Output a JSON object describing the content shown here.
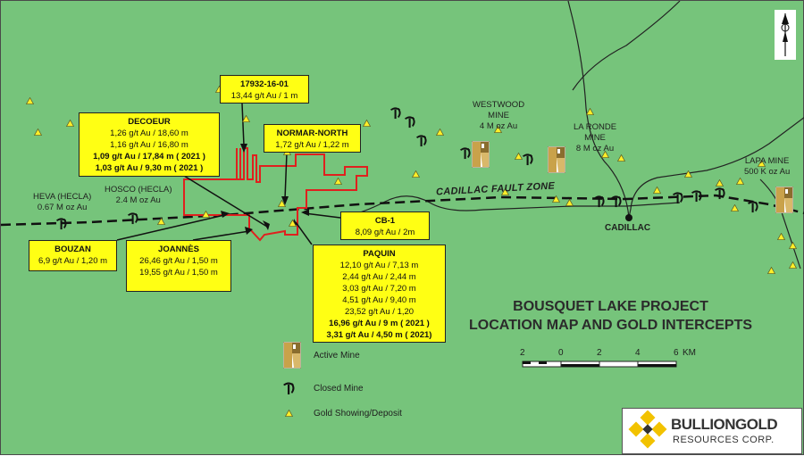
{
  "title": {
    "line1": "BOUSQUET LAKE PROJECT",
    "line2": "LOCATION MAP AND GOLD INTERCEPTS"
  },
  "fault_label": "CADILLAC FAULT ZONE",
  "mines": {
    "heva": {
      "name": "HEVA (HECLA)",
      "resource": "0.67 M oz Au"
    },
    "hosco": {
      "name": "HOSCO (HECLA)",
      "resource": "2.4 M oz Au"
    },
    "westwood": {
      "line1": "WESTWOOD",
      "line2": "MINE",
      "resource": "4 M oz Au"
    },
    "laronde": {
      "line1": "LA RONDE",
      "line2": "MINE",
      "resource": "8 M oz Au"
    },
    "lapa": {
      "name": "LAPA MINE",
      "resource": "500 K oz Au"
    }
  },
  "town": "CADILLAC",
  "intercepts": {
    "hole": {
      "title": "17932-16-01",
      "lines": [
        "13,44 g/t Au / 1 m"
      ]
    },
    "decoeur": {
      "title": "DECOEUR",
      "lines": [
        "1,26 g/t Au / 18,60 m",
        "1,16 g/t Au / 16,80 m",
        "1,09 g/t Au / 17,84 m ( 2021 )",
        "1,03 g/t Au / 9,30 m  ( 2021 )"
      ]
    },
    "normar_north": {
      "title": "NORMAR-NORTH",
      "lines": [
        "1,72 g/t Au / 1,22 m"
      ]
    },
    "cb1": {
      "title": "CB-1",
      "lines": [
        "8,09 g/t Au / 2m"
      ]
    },
    "bouzan": {
      "title": "BOUZAN",
      "lines": [
        "6,9 g/t Au / 1,20 m"
      ]
    },
    "joannes": {
      "title": "JOANNÈS",
      "lines": [
        "26,46 g/t Au / 1,50 m",
        "19,55 g/t Au / 1,50 m"
      ]
    },
    "paquin": {
      "title": "PAQUIN",
      "lines": [
        "12,10 g/t Au / 7,13 m",
        "2,44 g/t Au / 2,44 m",
        "3,03 g/t Au / 7,20 m",
        "4,51 g/t Au / 9,40 m",
        "23,52 g/t Au / 1,20",
        "16,96 g/t Au / 9 m ( 2021 )",
        "3,31 g/t Au / 4,50 m ( 2021)"
      ]
    }
  },
  "legend": {
    "active": "Active Mine",
    "closed": "Closed Mine",
    "showing": "Gold Showing/Deposit"
  },
  "scale": {
    "ticks": [
      "2",
      "0",
      "2",
      "4",
      "6"
    ],
    "unit": "KM"
  },
  "logo": {
    "name": "BULLIONGOLD",
    "subtitle": "RESOURCES CORP."
  },
  "colors": {
    "background": "#76c47b",
    "box": "#ffff14",
    "property_outline": "#e0201e",
    "active_mine": "#c9a24a"
  },
  "icons": [
    "north-arrow-icon",
    "active-mine-icon",
    "closed-mine-icon",
    "gold-showing-icon"
  ]
}
